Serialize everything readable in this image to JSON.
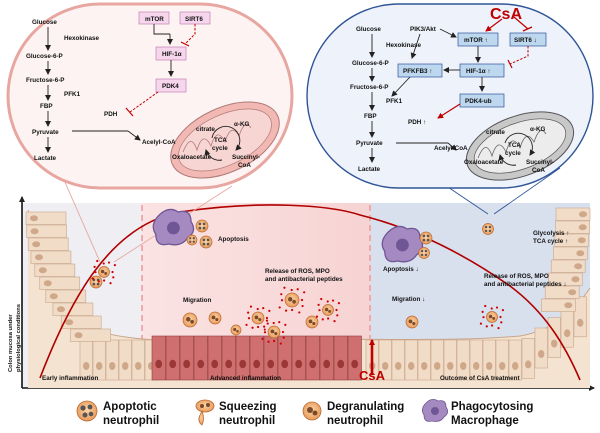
{
  "left_panel": {
    "glucose": "Glucose",
    "hexokinase": "Hexokinase",
    "g6p": "Glucose-6-P",
    "f6p": "Fructose-6-P",
    "pfk1": "PFK1",
    "fbp": "FBP",
    "pyruvate": "Pyruvate",
    "lactate": "Lactate",
    "mtor": "mTOR",
    "sirt6": "SIRT6",
    "hif": "HIF-1α",
    "pdk4": "PDK4",
    "pdh": "PDH",
    "acetyl": "Acelyl-CoA",
    "citrate": "citrate",
    "akg": "α-KG",
    "tca1": "TCA",
    "tca2": "cycle",
    "oxal": "Oxaloacetate",
    "succ1": "Succinyl-",
    "succ2": "CoA"
  },
  "right_panel": {
    "csa": "CsA",
    "pik": "PIK3/Akt",
    "glucose": "Glucose",
    "hexokinase": "Hexokinase",
    "g6p": "Glucose-6-P",
    "f6p": "Fructose-6-P",
    "pfk1": "PFK1",
    "fbp": "FBP",
    "pyruvate": "Pyruvate",
    "lactate": "Lactate",
    "mtor": "mTOR ↑",
    "sirt6": "SIRT6 ↓",
    "pfkfb3": "PFKFB3 ↑",
    "hif": "HIF-1α ↑",
    "pdk4": "PDK4-ub",
    "pdh": "PDH ↑",
    "acetyl": "Acelyl-CoA",
    "citrate": "citrate",
    "akg": "α-KG",
    "tca1": "TCA",
    "tca2": "cycle",
    "oxal": "Oxaloacetate",
    "succ1": "Succinyl-",
    "succ2": "CoA"
  },
  "lower": {
    "yaxis1": "Colon mucosa under",
    "yaxis2": "physiological conditions",
    "apoptosis": "Apoptosis",
    "migration": "Migration",
    "release1": "Release of ROS, MPO",
    "release2": "and antibacterial peptides",
    "apoptosis_down": "Apoptosis ↓",
    "migration_down": "Migration ↓",
    "release_down1": "Release of ROS, MPO",
    "release_down2": "and antibacterial peptides ↓",
    "glyc1": "Glycolysis ↑",
    "glyc2": "TCA cycle ↑",
    "stage_early": "Early inflammation",
    "stage_advanced": "Advanced inflammation",
    "stage_outcome": "Outcome of CsA treatment",
    "csa": "CsA"
  },
  "legend": {
    "apoptotic1": "Apoptotic",
    "apoptotic2": "neutrophil",
    "squeezing1": "Squeezing",
    "squeezing2": "neutrophil",
    "degran1": "Degranulating",
    "degran2": "neutrophil",
    "phago1": "Phagocytosing",
    "phago2": "Macrophage"
  },
  "colors": {
    "red": "#c00000",
    "cell_outline": "#e8a6a0",
    "right_outline": "#2f5597",
    "pink_box": "#f6d6ec",
    "blue_box": "#bdd7ee",
    "neutrophil": "#f4b183",
    "macrophage": "#a48ac0"
  }
}
